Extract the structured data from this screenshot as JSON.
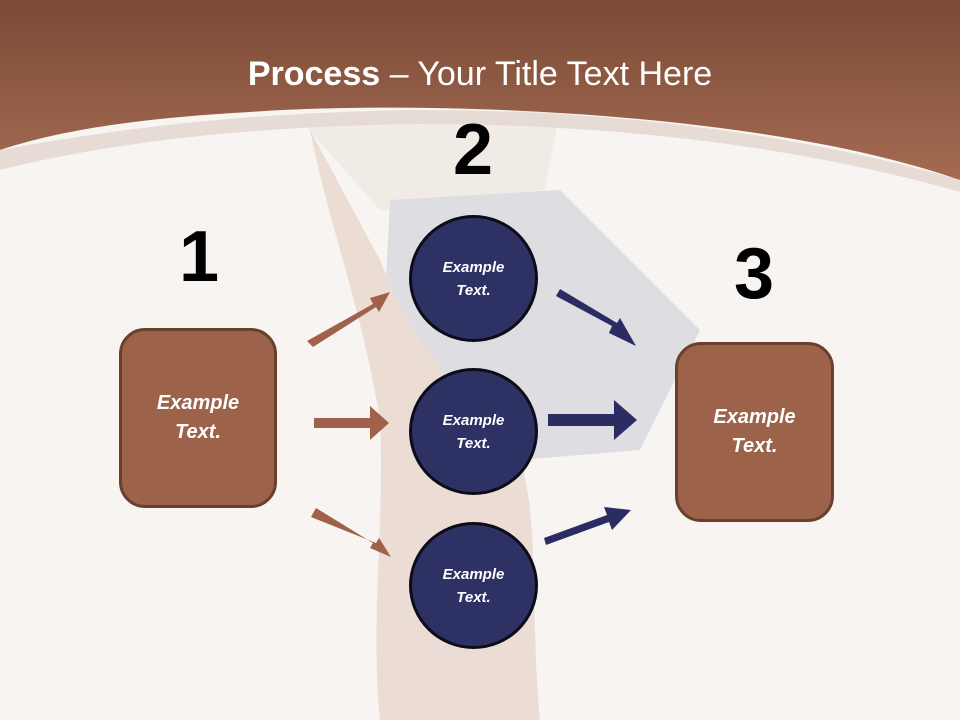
{
  "title": {
    "bold": "Process",
    "rest": " – Your Title Text Here"
  },
  "steps": {
    "one": {
      "number": "1",
      "label": "Example\nText."
    },
    "two": {
      "number": "2",
      "circles": [
        "Example\nText.",
        "Example\nText.",
        "Example\nText."
      ]
    },
    "three": {
      "number": "3",
      "label": "Example\nText."
    }
  },
  "colors": {
    "header_brown": "#9a5f45",
    "box_fill": "#9c634a",
    "circle_fill": "#2e3163",
    "arrow_brown": "#a0614a",
    "arrow_navy": "#2b2c62"
  }
}
